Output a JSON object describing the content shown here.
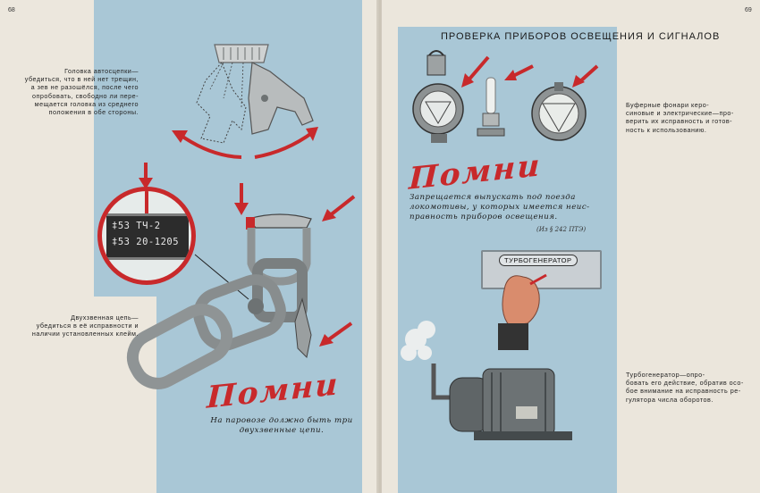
{
  "colors": {
    "accent_red": "#c8292b",
    "panel_blue": "#a9c7d6",
    "paper": "#ece7dd"
  },
  "left_page": {
    "page_number": "68",
    "caption_coupler": [
      "Головка автосцепки—",
      "убедиться, что в ней нет трещин,",
      "а зев не разошёлся, после чего",
      "опробовать, свободно ли пере-",
      "мещается головка из среднего",
      "положения в обе стороны."
    ],
    "caption_chain": [
      "Двухзвенная цепь—",
      "убедиться в её исправности и",
      "наличии установленных клейм."
    ],
    "stamp_lines": [
      "‡53 ТЧ-2",
      "‡53 20-1205"
    ],
    "pomni": "Помни",
    "reminder": [
      "На паровозе должно быть три",
      "двухзвенные цепи."
    ]
  },
  "right_page": {
    "page_number": "69",
    "header": "ПРОВЕРКА ПРИБОРОВ ОСВЕЩЕНИЯ   И СИГНАЛОВ",
    "caption_lamps": [
      "Буферные фонари керо-",
      "синовые и электрические—про-",
      "верить их исправность и готов-",
      "ность к использованию."
    ],
    "pomni": "Помни",
    "warning": [
      "Запрещается выпускать под поезда",
      "локомотивы, у которых имеется неис-",
      "правность приборов освещения."
    ],
    "reference": "(Из § 242 ПТЭ)",
    "plate_label": "ТУРБОГЕНЕРАТОР",
    "caption_turbo": [
      "Турбогенератор—опро-",
      "бовать его действие, обратив осо-",
      "бое внимание на исправность ре-",
      "гулятора числа оборотов."
    ]
  }
}
